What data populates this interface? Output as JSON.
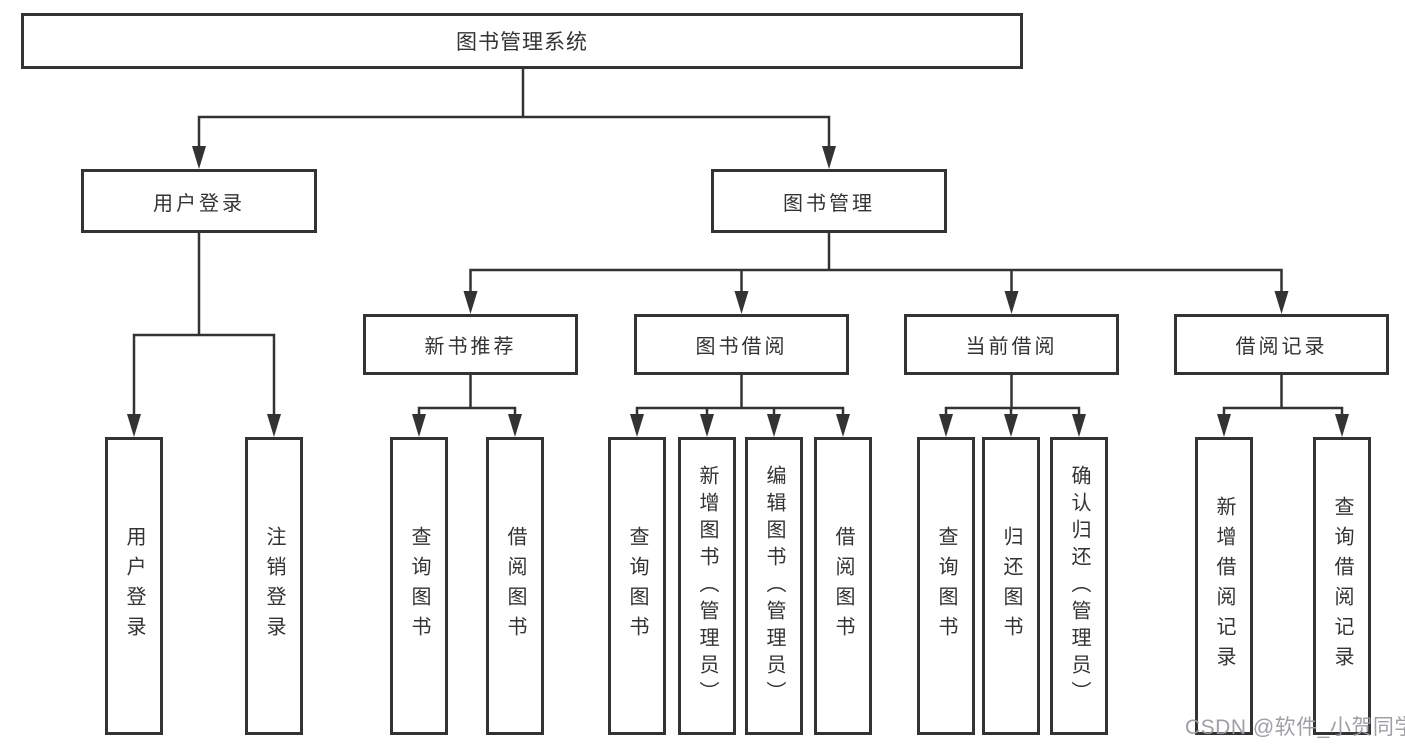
{
  "diagram": {
    "colors": {
      "line": "#333333",
      "box_background": "#ffffff",
      "text": "#333333",
      "watermark": "#9a9aa0"
    },
    "tree": {
      "label": "图书管理系统",
      "children": [
        {
          "label": "用户登录",
          "children": [
            {
              "label": "用户登录"
            },
            {
              "label": "注销登录"
            }
          ]
        },
        {
          "label": "图书管理",
          "children": [
            {
              "label": "新书推荐",
              "children": [
                {
                  "label": "查询图书"
                },
                {
                  "label": "借阅图书"
                }
              ]
            },
            {
              "label": "图书借阅",
              "children": [
                {
                  "label": "查询图书"
                },
                {
                  "label": "新增图书（管理员）"
                },
                {
                  "label": "编辑图书（管理员）"
                },
                {
                  "label": "借阅图书"
                }
              ]
            },
            {
              "label": "当前借阅",
              "children": [
                {
                  "label": "查询图书"
                },
                {
                  "label": "归还图书"
                },
                {
                  "label": "确认归还（管理员）"
                }
              ]
            },
            {
              "label": "借阅记录",
              "children": [
                {
                  "label": "新增借阅记录"
                },
                {
                  "label": "查询借阅记录"
                }
              ]
            }
          ]
        }
      ]
    }
  },
  "watermark": {
    "text": "CSDN @软件_小贺同学"
  }
}
